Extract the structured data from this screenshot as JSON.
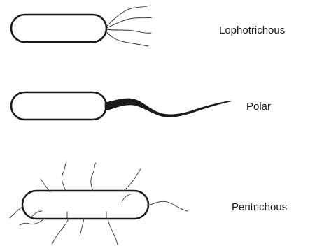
{
  "labels": {
    "lophotrichous": "Lophotrichous",
    "polar": "Polar",
    "peritrichous": "Peritrichous"
  },
  "colors": {
    "stroke": "#1a1a1a",
    "background": "#ffffff"
  }
}
